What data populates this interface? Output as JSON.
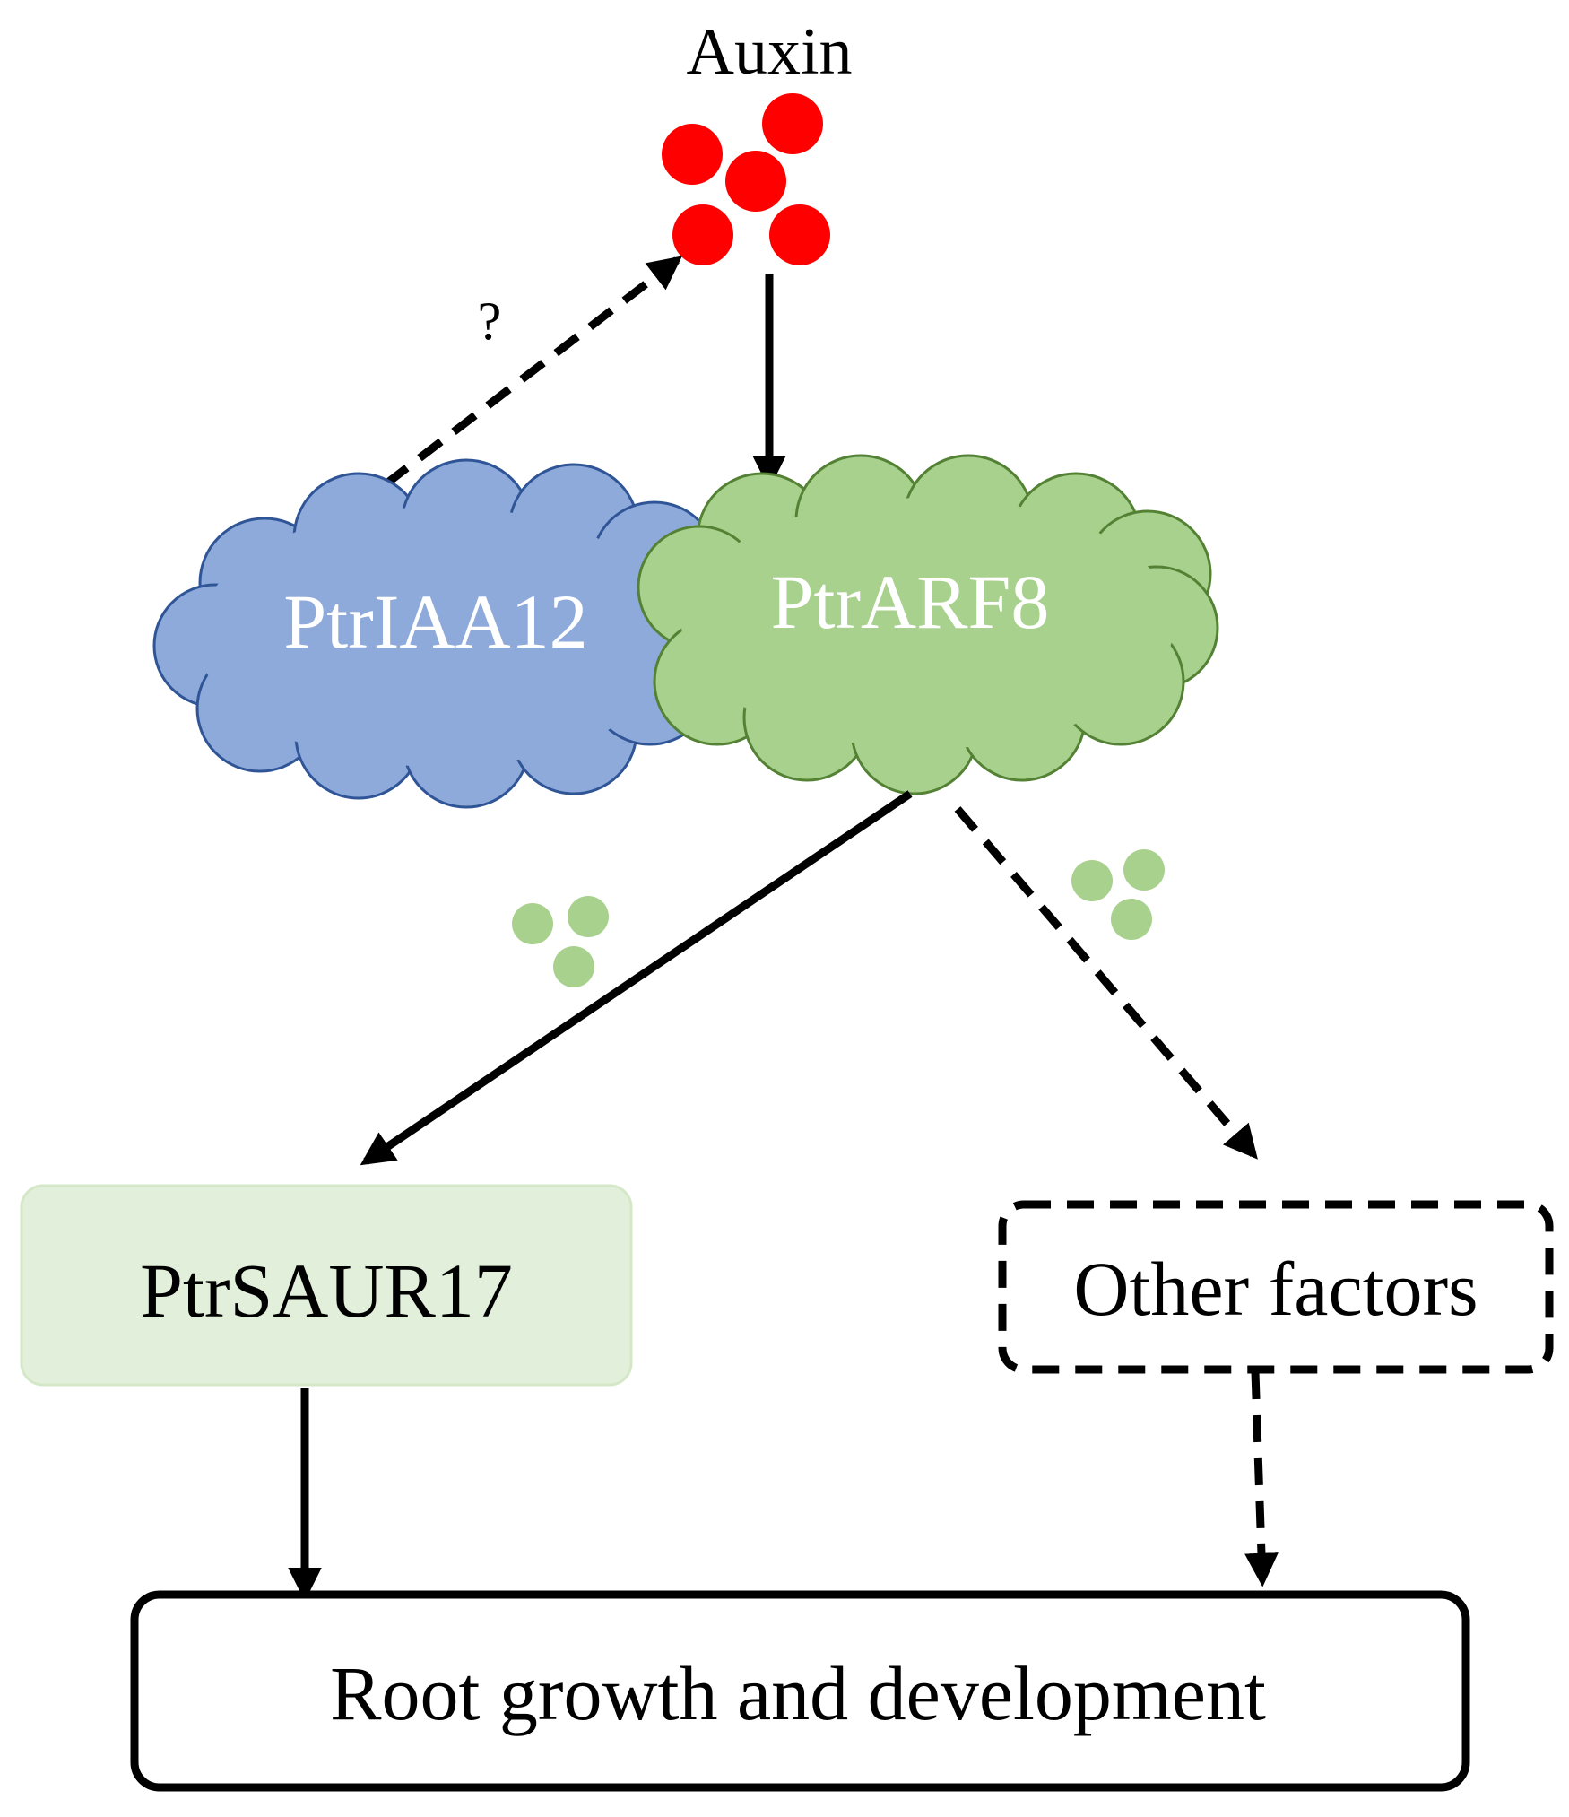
{
  "colors": {
    "auxin": "#ff0000",
    "iaa_fill": "#8eaadb",
    "iaa_stroke": "#2f5597",
    "arf_fill": "#a9d18e",
    "arf_stroke": "#548235",
    "saur_fill": "#e2efda",
    "saur_stroke": "#d4e8c8",
    "small_dots": "#a9d18e",
    "ink": "#000000",
    "white_text": "#ffffff"
  },
  "nodes": {
    "auxin": {
      "label": "Auxin"
    },
    "iaa12": {
      "label": "PtrIAA12"
    },
    "arf8": {
      "label": "PtrARF8"
    },
    "saur17": {
      "label": "PtrSAUR17"
    },
    "other": {
      "label": "Other factors"
    },
    "root": {
      "label": "Root growth and development"
    }
  },
  "edges": [
    {
      "from": "iaa12",
      "to": "auxin",
      "style": "dashed",
      "label": "?"
    },
    {
      "from": "auxin",
      "to": "arf8",
      "style": "solid",
      "label": ""
    },
    {
      "from": "arf8",
      "to": "saur17",
      "style": "solid",
      "label": ""
    },
    {
      "from": "arf8",
      "to": "other",
      "style": "dashed",
      "label": ""
    },
    {
      "from": "saur17",
      "to": "root",
      "style": "solid",
      "label": ""
    },
    {
      "from": "other",
      "to": "root",
      "style": "dashed",
      "label": ""
    }
  ]
}
